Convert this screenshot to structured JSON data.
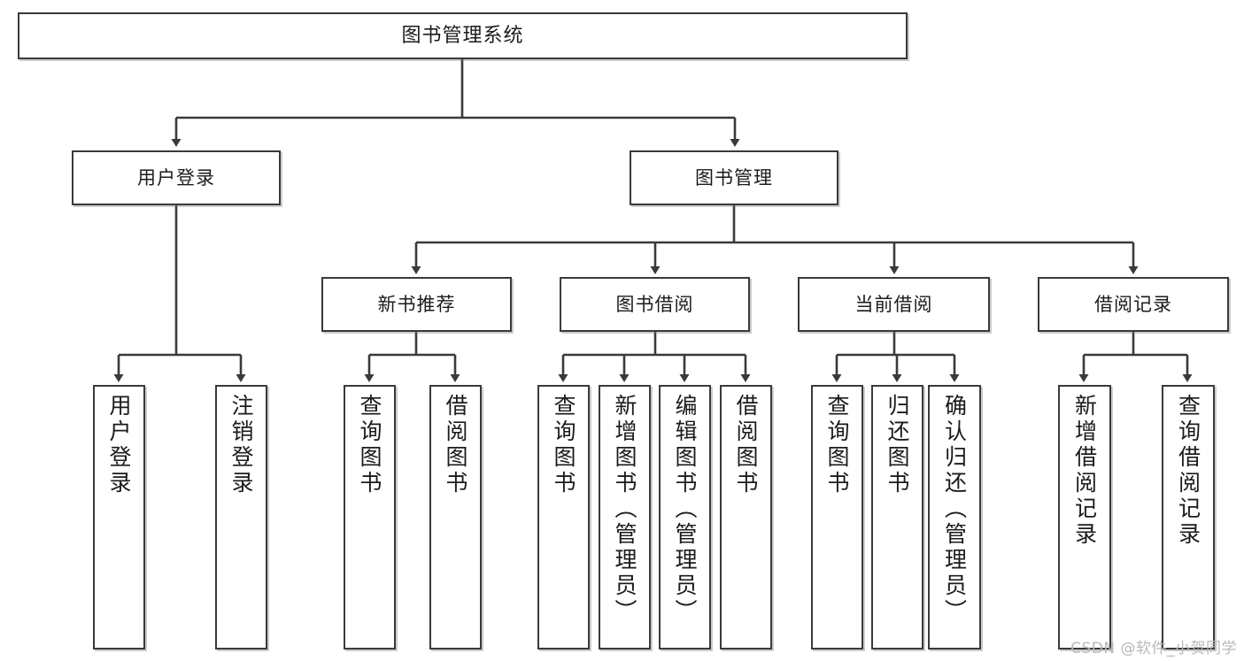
{
  "diagram": {
    "title": "图书管理系统",
    "type": "tree",
    "watermark": "CSDN @软件_小贺同学",
    "line_color": "#3a3a3a",
    "box_fill": "#ffffff",
    "text_color": "#1b1b1b"
  },
  "nodes": {
    "root": {
      "label": "图书管理系统"
    },
    "level2": [
      {
        "label": "用户登录"
      },
      {
        "label": "图书管理"
      }
    ],
    "level3": [
      {
        "label": "新书推荐"
      },
      {
        "label": "图书借阅"
      },
      {
        "label": "当前借阅"
      },
      {
        "label": "借阅记录"
      }
    ],
    "leaves": {
      "user_login": [
        {
          "label": "用户登录"
        },
        {
          "label": "注销登录"
        }
      ],
      "new_book_recommend": [
        {
          "label": "查询图书"
        },
        {
          "label": "借阅图书"
        }
      ],
      "book_borrow": [
        {
          "label": "查询图书"
        },
        {
          "label": "新增图书（管理员）"
        },
        {
          "label": "编辑图书（管理员）"
        },
        {
          "label": "借阅图书"
        }
      ],
      "current_borrow": [
        {
          "label": "查询图书"
        },
        {
          "label": "归还图书"
        },
        {
          "label": "确认归还（管理员）"
        }
      ],
      "borrow_record": [
        {
          "label": "新增借阅记录"
        },
        {
          "label": "查询借阅记录"
        }
      ]
    }
  }
}
